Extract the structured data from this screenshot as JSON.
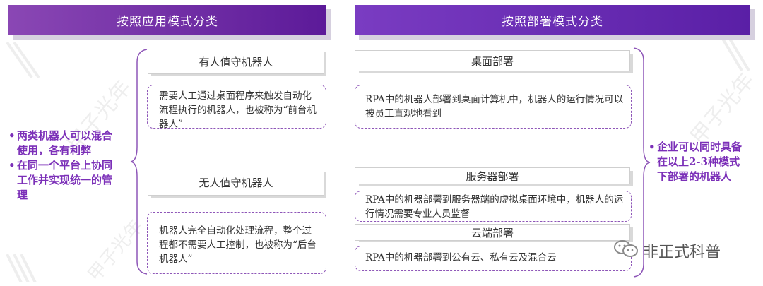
{
  "headers": {
    "left": "按照应用模式分类",
    "right": "按照部署模式分类"
  },
  "left_column": {
    "attended_title": "有人值守机器人",
    "attended_desc": "需要人工通过桌面程序来触发自动化流程执行的机器人，也被称为“前台机器人”",
    "unattended_title": "无人值守机器人",
    "unattended_desc": "机器人完全自动化处理流程，整个过程都不需要人工控制，也被称为“后台机器人”"
  },
  "right_column": {
    "desktop_title": "桌面部署",
    "desktop_desc": "RPA中的机器人部署到桌面计算机中，机器人的运行情况可以被员工直观地看到",
    "server_title": "服务器部署",
    "server_desc": "RPA中的机器部署到服务器端的虚拟桌面环境中，机器人的运行情况需要专业人员监督",
    "cloud_title": "云端部署",
    "cloud_desc": "RPA中的机器部署到公有云、私有云及混合云"
  },
  "left_notes": [
    "两类机器人可以混合使用，各有利弊",
    "在同一个平台上协同工作并实现统一的管理"
  ],
  "right_notes": [
    "企业可以同时具备在以上2-3种模式下部署的机器人"
  ],
  "watermark": "甲子光年",
  "badge": {
    "icon": "wechat-icon",
    "text": "非正式科普"
  },
  "colors": {
    "accent": "#7b2fb8",
    "header_left": "#8a47b4",
    "header_right": "#5a1fa6",
    "dash_border": "#8e56b8"
  }
}
